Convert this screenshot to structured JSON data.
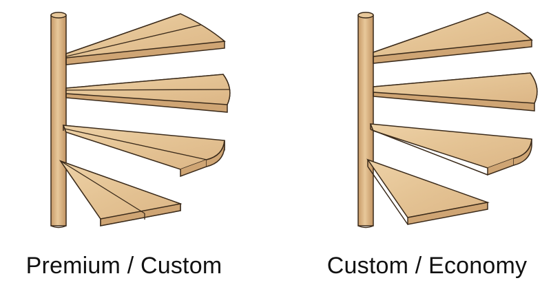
{
  "panels": [
    {
      "id": "premium",
      "label": "Premium / Custom",
      "tread_style": "split"
    },
    {
      "id": "economy",
      "label": "Custom / Economy",
      "tread_style": "solid"
    }
  ],
  "colors": {
    "wood_top": "#e8c89a",
    "wood_side": "#cfa574",
    "outline": "#3a2a1a",
    "grain": "#d2ab7d"
  }
}
